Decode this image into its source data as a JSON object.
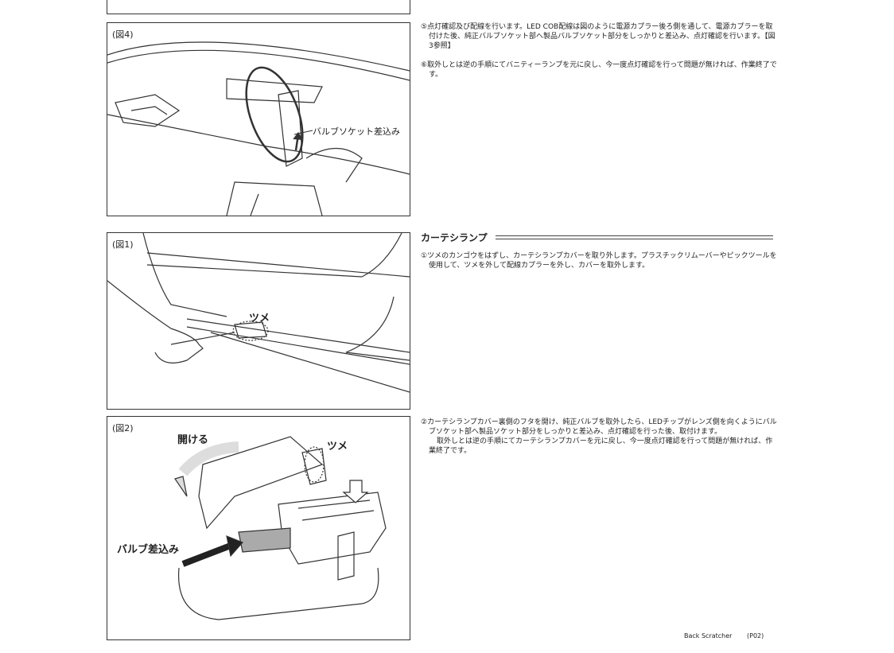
{
  "figures": {
    "fig4": {
      "label": "(図4)",
      "callout": "バルブソケット差込み"
    },
    "fig1": {
      "label": "(図1)",
      "callout": "ツメ"
    },
    "fig2": {
      "label": "(図2)",
      "open": "開ける",
      "tab": "ツメ",
      "insert": "バルブ差込み"
    }
  },
  "vanity": {
    "step5": "⑤点灯確認及び配線を行います。LED COB配線は図のように電源カプラー後ろ側を通して、電源カプラーを取付けた後、純正バルブソケット部へ製品バルブソケット部分をしっかりと差込み、点灯確認を行います。【図3参照】",
    "step6": "⑥取外しとは逆の手順にてバニティーランプを元に戻し、今一度点灯確認を行って問題が無ければ、作業終了です。"
  },
  "courtesy": {
    "title": "カーテシランプ",
    "step1": "①ツメのカンゴウをはずし、カーテシランプカバーを取り外します。プラスチックリムーバーやピックツールを使用して、ツメを外して配線カプラーを外し、カバーを取外します。",
    "step2": "②カーテシランプカバー裏側のフタを開け、純正バルブを取外したら、LEDチップがレンズ側を向くようにバルブソケット部へ製品ソケット部分をしっかりと差込み、点灯確認を行った後、取付けます。",
    "step2b": "取外しとは逆の手順にてカーテシランプカバーを元に戻し、今一度点灯確認を行って問題が無ければ、作業終了です。"
  },
  "footer": {
    "brand": "Back Scratcher",
    "page": "(P02)"
  }
}
